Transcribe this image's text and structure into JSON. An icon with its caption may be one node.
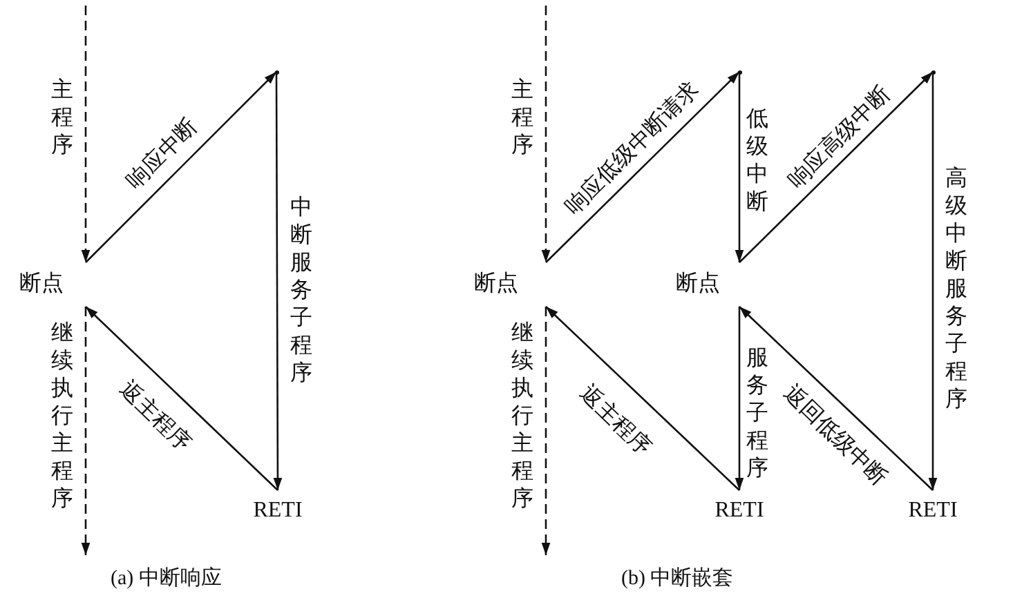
{
  "diagram": {
    "nodes": [
      {
        "text": [
          "断点"
        ]
      },
      {
        "text": [],
        "shape": "point"
      },
      {
        "text": [
          "RETI"
        ]
      },
      {
        "text": [
          "断点"
        ]
      },
      {
        "text": [],
        "shape": "point"
      },
      {
        "text": [
          "断点"
        ]
      },
      {
        "text": [
          "RETI"
        ]
      },
      {
        "text": [],
        "shape": "point"
      },
      {
        "text": [
          "RETI"
        ]
      }
    ],
    "edges": [
      {
        "from": null,
        "to": 0,
        "arrow": "to",
        "style": "dashed",
        "label": "主程序"
      },
      {
        "from": 0,
        "to": 1,
        "arrow": "to",
        "label": "响应中断"
      },
      {
        "from": 1,
        "to": 2,
        "arrow": "to",
        "label": "中断服务子程序"
      },
      {
        "from": 2,
        "to": 0,
        "arrow": "to",
        "label": "返主程序"
      },
      {
        "from": 0,
        "to": null,
        "arrow": "to",
        "style": "dashed",
        "label": "继续执行主程序"
      },
      {
        "from": null,
        "to": 3,
        "arrow": "to",
        "style": "dashed",
        "label": "主程序"
      },
      {
        "from": 3,
        "to": 4,
        "arrow": "to",
        "label": "响应低级中断请求"
      },
      {
        "from": 4,
        "to": 5,
        "arrow": "to",
        "label": "低级中断"
      },
      {
        "from": 5,
        "to": 7,
        "arrow": "to",
        "label": "响应高级中断"
      },
      {
        "from": 7,
        "to": 8,
        "arrow": "to",
        "label": "高级中断服务子程序"
      },
      {
        "from": 8,
        "to": 5,
        "arrow": "to",
        "label": "返回低级中断"
      },
      {
        "from": 5,
        "to": 6,
        "arrow": "to",
        "label": "服务子程序"
      },
      {
        "from": 6,
        "to": 3,
        "arrow": "to",
        "label": "返主程序"
      },
      {
        "from": 3,
        "to": null,
        "arrow": "to",
        "style": "dashed",
        "label": "继续执行主程序"
      }
    ],
    "labels": [
      "(a) 中断响应",
      "(b) 中断嵌套"
    ]
  }
}
